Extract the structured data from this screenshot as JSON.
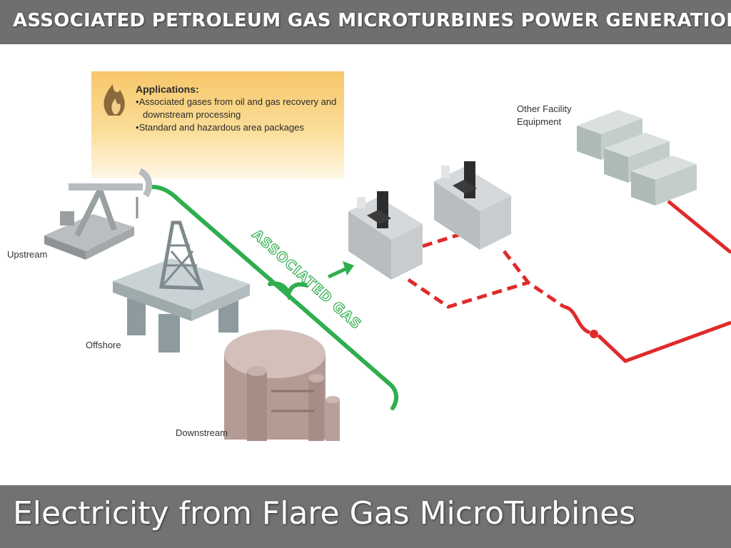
{
  "header": {
    "title": "ASSOCIATED PETROLEUM GAS MICROTURBINES POWER GENERATION"
  },
  "footer": {
    "title": "Electricity from Flare Gas MicroTurbines"
  },
  "diagram": {
    "callout": {
      "title": "Applications:",
      "items": [
        "Associated gases from oil and gas recovery and downstream processing",
        "Standard and hazardous area packages"
      ]
    },
    "labels": {
      "upstream": "Upstream",
      "offshore": "Offshore",
      "downstream": "Downstream",
      "other_facility": "Other Facility",
      "equipment": "Equipment",
      "associated_gas": "ASSOCIATED GAS"
    },
    "colors": {
      "gas_line": "#2fae4e",
      "power_line": "#e02a2a",
      "header_bar": "#6f6f6f",
      "callout": "#f7c76a"
    },
    "icons": [
      "flame-icon",
      "pump-jack-icon",
      "offshore-platform-icon",
      "refinery-tank-icon",
      "microturbine-icon",
      "facility-equipment-icon",
      "gas-arrow-icon"
    ]
  }
}
